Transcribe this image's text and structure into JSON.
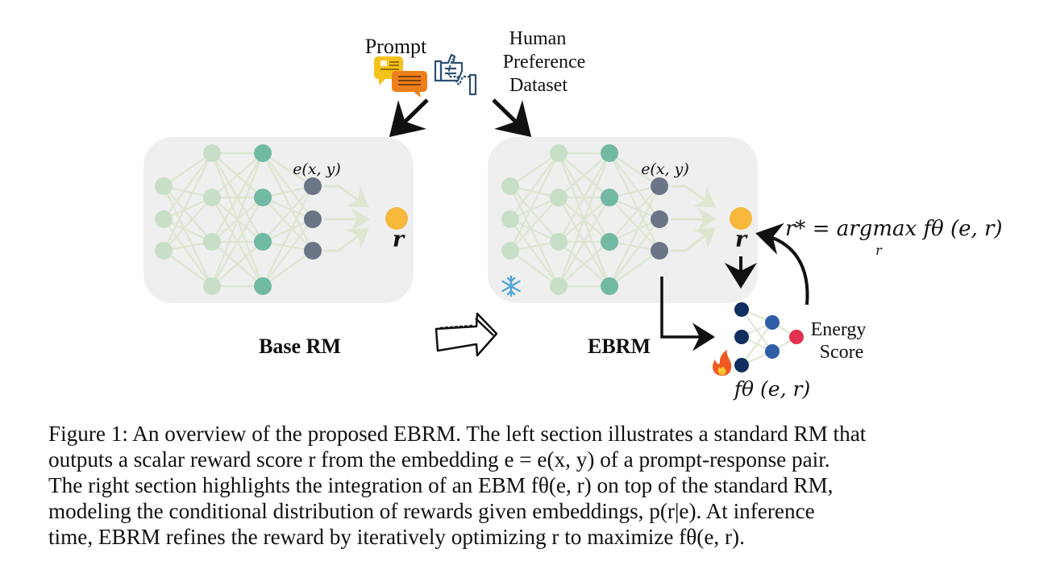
{
  "figure": {
    "prompt_label": "Prompt",
    "dataset_label": [
      "Human",
      "Preference",
      "Dataset"
    ],
    "embedding_label": "e(x, y)",
    "reward_symbol": "r",
    "base_rm_label": "Base RM",
    "ebrm_label": "EBRM",
    "energy_label": [
      "Energy",
      "Score"
    ],
    "argmax_formula": "r* = argmax fθ (e, r)",
    "argmax_subscript": "r",
    "ebm_label": "fθ (e, r)",
    "frozen_icon": "snowflake-icon",
    "trainable_icon": "fire-icon",
    "prompt_icon": "chat-bubbles-icon",
    "dataset_icon": "thumbs-up-down-icon",
    "transform_icon": "hollow-arrow-icon",
    "colors": {
      "panel": "#efefef",
      "node_light": "#c8dfc7",
      "node_teal": "#72b9a3",
      "node_slate": "#6b7585",
      "reward": "#f7b83b",
      "ebm_dark": "#0f2f5e",
      "ebm_blue": "#2f5ea7",
      "energy": "#e3324f",
      "edge": "#dde6d1"
    }
  },
  "caption": {
    "lines": [
      "Figure 1: An overview of the proposed EBRM. The left section illustrates a standard RM that",
      "outputs a scalar reward score r from the embedding e = e(x, y) of a prompt-response pair.",
      "The right section highlights the integration of an EBM fθ(e, r) on top of the standard RM,",
      "modeling the conditional distribution of rewards given embeddings, p(r|e). At inference",
      "time, EBRM refines the reward by iteratively optimizing r to maximize fθ(e, r)."
    ]
  }
}
